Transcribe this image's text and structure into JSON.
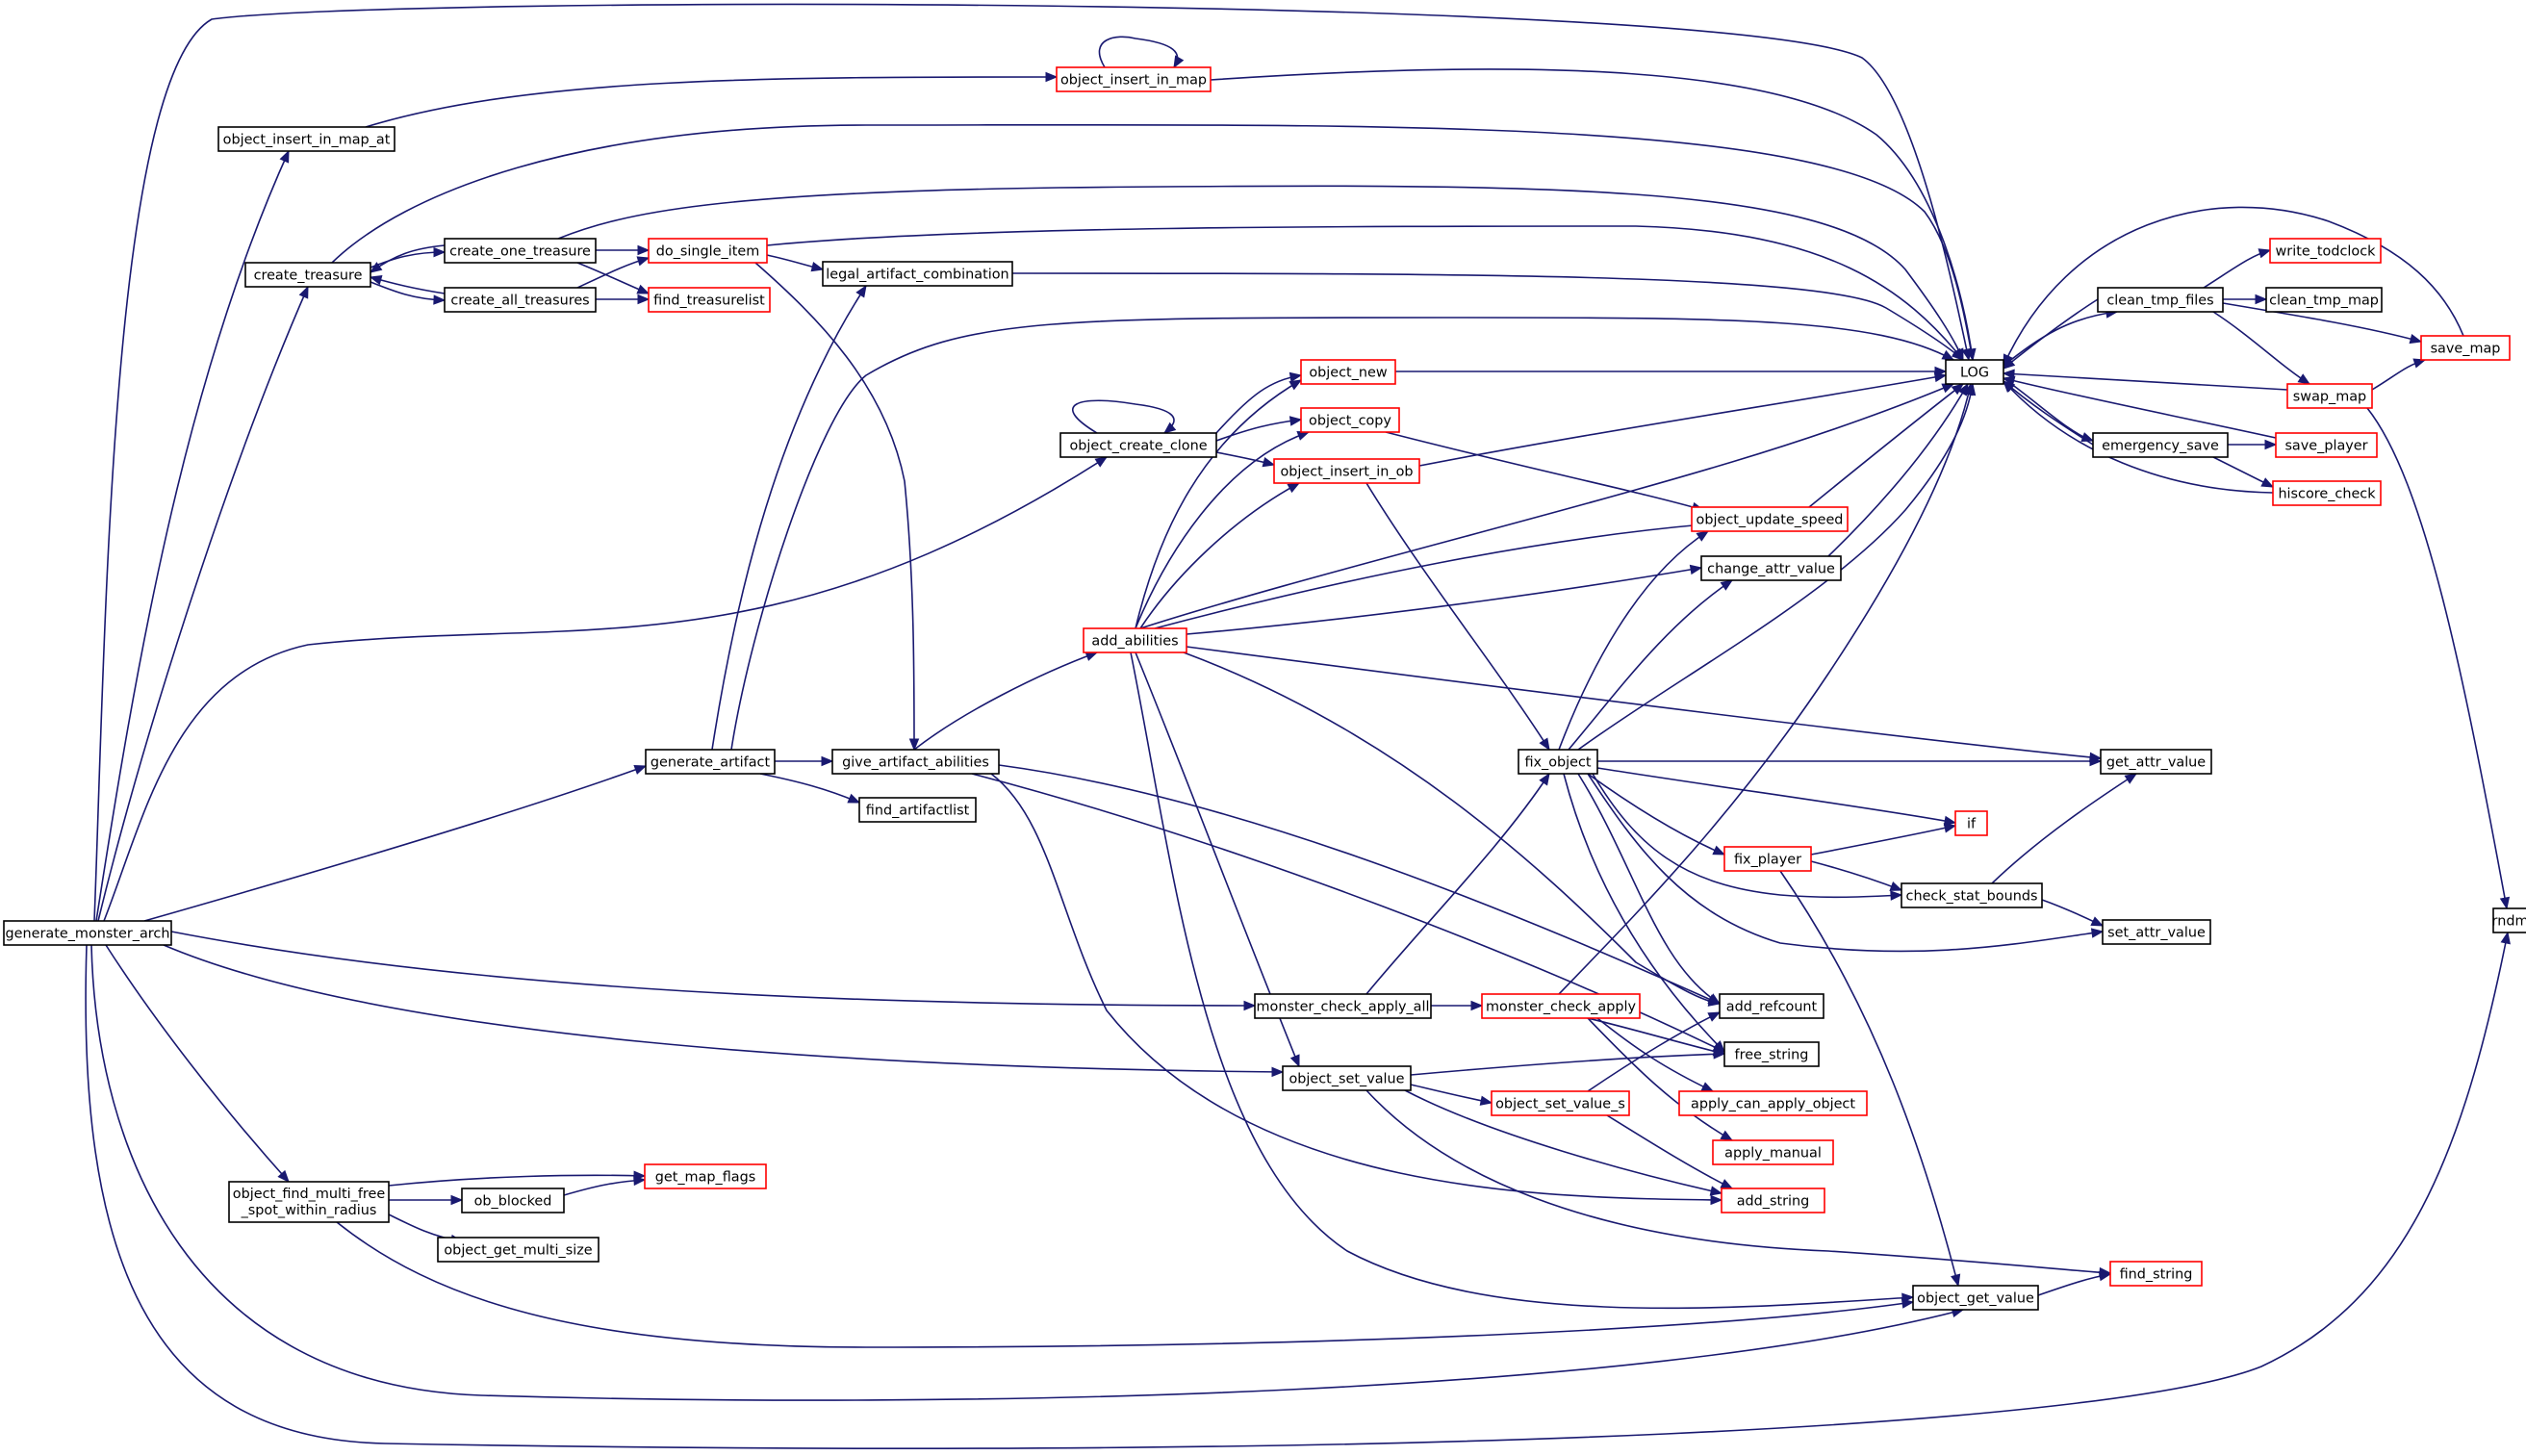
{
  "colors": {
    "edge": "#191970",
    "border_documented": "#000000",
    "border_undocumented": "#ff0000",
    "root_fill": "#bfbfbf",
    "background": "#ffffff"
  },
  "nodes": [
    {
      "id": "generate_monster_arch",
      "label": "generate_monster_arch",
      "border": "black",
      "root": true
    },
    {
      "id": "object_insert_in_map_at",
      "label": "object_insert_in_map_at",
      "border": "black"
    },
    {
      "id": "object_insert_in_map",
      "label": "object_insert_in_map",
      "border": "red"
    },
    {
      "id": "create_treasure",
      "label": "create_treasure",
      "border": "black"
    },
    {
      "id": "create_one_treasure",
      "label": "create_one_treasure",
      "border": "black"
    },
    {
      "id": "create_all_treasures",
      "label": "create_all_treasures",
      "border": "black"
    },
    {
      "id": "do_single_item",
      "label": "do_single_item",
      "border": "red"
    },
    {
      "id": "find_treasurelist",
      "label": "find_treasurelist",
      "border": "red"
    },
    {
      "id": "legal_artifact_combination",
      "label": "legal_artifact_combination",
      "border": "black"
    },
    {
      "id": "LOG",
      "label": "LOG",
      "border": "black"
    },
    {
      "id": "clean_tmp_files",
      "label": "clean_tmp_files",
      "border": "black"
    },
    {
      "id": "write_todclock",
      "label": "write_todclock",
      "border": "red"
    },
    {
      "id": "clean_tmp_map",
      "label": "clean_tmp_map",
      "border": "black"
    },
    {
      "id": "save_map",
      "label": "save_map",
      "border": "red"
    },
    {
      "id": "swap_map",
      "label": "swap_map",
      "border": "red"
    },
    {
      "id": "emergency_save",
      "label": "emergency_save",
      "border": "black"
    },
    {
      "id": "save_player",
      "label": "save_player",
      "border": "red"
    },
    {
      "id": "hiscore_check",
      "label": "hiscore_check",
      "border": "red"
    },
    {
      "id": "object_new",
      "label": "object_new",
      "border": "red"
    },
    {
      "id": "object_create_clone",
      "label": "object_create_clone",
      "border": "black"
    },
    {
      "id": "object_copy",
      "label": "object_copy",
      "border": "red"
    },
    {
      "id": "object_insert_in_ob",
      "label": "object_insert_in_ob",
      "border": "red"
    },
    {
      "id": "object_update_speed",
      "label": "object_update_speed",
      "border": "red"
    },
    {
      "id": "change_attr_value",
      "label": "change_attr_value",
      "border": "black"
    },
    {
      "id": "add_abilities",
      "label": "add_abilities",
      "border": "red"
    },
    {
      "id": "generate_artifact",
      "label": "generate_artifact",
      "border": "black"
    },
    {
      "id": "give_artifact_abilities",
      "label": "give_artifact_abilities",
      "border": "black"
    },
    {
      "id": "find_artifactlist",
      "label": "find_artifactlist",
      "border": "black"
    },
    {
      "id": "fix_object",
      "label": "fix_object",
      "border": "black"
    },
    {
      "id": "get_attr_value",
      "label": "get_attr_value",
      "border": "black"
    },
    {
      "id": "if",
      "label": "if",
      "border": "red"
    },
    {
      "id": "fix_player",
      "label": "fix_player",
      "border": "red"
    },
    {
      "id": "check_stat_bounds",
      "label": "check_stat_bounds",
      "border": "black"
    },
    {
      "id": "set_attr_value",
      "label": "set_attr_value",
      "border": "black"
    },
    {
      "id": "rndm",
      "label": "rndm",
      "border": "black"
    },
    {
      "id": "monster_check_apply_all",
      "label": "monster_check_apply_all",
      "border": "black"
    },
    {
      "id": "monster_check_apply",
      "label": "monster_check_apply",
      "border": "red"
    },
    {
      "id": "add_refcount",
      "label": "add_refcount",
      "border": "black"
    },
    {
      "id": "free_string",
      "label": "free_string",
      "border": "black"
    },
    {
      "id": "object_set_value",
      "label": "object_set_value",
      "border": "black"
    },
    {
      "id": "object_set_value_s",
      "label": "object_set_value_s",
      "border": "red"
    },
    {
      "id": "apply_can_apply_object",
      "label": "apply_can_apply_object",
      "border": "red"
    },
    {
      "id": "apply_manual",
      "label": "apply_manual",
      "border": "red"
    },
    {
      "id": "add_string",
      "label": "add_string",
      "border": "red"
    },
    {
      "id": "object_find_multi_free_spot_within_radius",
      "label": "object_find_multi_free",
      "label2": "_spot_within_radius",
      "border": "black"
    },
    {
      "id": "ob_blocked",
      "label": "ob_blocked",
      "border": "black"
    },
    {
      "id": "get_map_flags",
      "label": "get_map_flags",
      "border": "red"
    },
    {
      "id": "object_get_multi_size",
      "label": "object_get_multi_size",
      "border": "black"
    },
    {
      "id": "find_string",
      "label": "find_string",
      "border": "red"
    },
    {
      "id": "object_get_value",
      "label": "object_get_value",
      "border": "black"
    }
  ],
  "edges": [
    {
      "from": "generate_monster_arch",
      "to": "LOG"
    },
    {
      "from": "generate_monster_arch",
      "to": "object_insert_in_map_at"
    },
    {
      "from": "generate_monster_arch",
      "to": "create_treasure"
    },
    {
      "from": "generate_monster_arch",
      "to": "object_create_clone"
    },
    {
      "from": "generate_monster_arch",
      "to": "generate_artifact"
    },
    {
      "from": "generate_monster_arch",
      "to": "monster_check_apply_all"
    },
    {
      "from": "generate_monster_arch",
      "to": "object_set_value"
    },
    {
      "from": "generate_monster_arch",
      "to": "object_find_multi_free_spot_within_radius"
    },
    {
      "from": "generate_monster_arch",
      "to": "object_get_value"
    },
    {
      "from": "generate_monster_arch",
      "to": "rndm"
    },
    {
      "from": "object_insert_in_map_at",
      "to": "object_insert_in_map"
    },
    {
      "from": "object_insert_in_map",
      "to": "object_insert_in_map"
    },
    {
      "from": "object_insert_in_map",
      "to": "LOG"
    },
    {
      "from": "create_treasure",
      "to": "LOG"
    },
    {
      "from": "create_treasure",
      "to": "create_one_treasure"
    },
    {
      "from": "create_treasure",
      "to": "create_all_treasures"
    },
    {
      "from": "create_one_treasure",
      "to": "create_treasure"
    },
    {
      "from": "create_one_treasure",
      "to": "LOG"
    },
    {
      "from": "create_one_treasure",
      "to": "do_single_item"
    },
    {
      "from": "create_one_treasure",
      "to": "find_treasurelist"
    },
    {
      "from": "create_all_treasures",
      "to": "create_treasure"
    },
    {
      "from": "create_all_treasures",
      "to": "do_single_item"
    },
    {
      "from": "create_all_treasures",
      "to": "find_treasurelist"
    },
    {
      "from": "do_single_item",
      "to": "LOG"
    },
    {
      "from": "do_single_item",
      "to": "legal_artifact_combination"
    },
    {
      "from": "do_single_item",
      "to": "give_artifact_abilities"
    },
    {
      "from": "legal_artifact_combination",
      "to": "LOG"
    },
    {
      "from": "generate_artifact",
      "to": "legal_artifact_combination"
    },
    {
      "from": "generate_artifact",
      "to": "LOG"
    },
    {
      "from": "generate_artifact",
      "to": "give_artifact_abilities"
    },
    {
      "from": "generate_artifact",
      "to": "find_artifactlist"
    },
    {
      "from": "give_artifact_abilities",
      "to": "add_abilities"
    },
    {
      "from": "give_artifact_abilities",
      "to": "add_refcount"
    },
    {
      "from": "give_artifact_abilities",
      "to": "free_string"
    },
    {
      "from": "give_artifact_abilities",
      "to": "add_string"
    },
    {
      "from": "LOG",
      "to": "clean_tmp_files"
    },
    {
      "from": "LOG",
      "to": "emergency_save"
    },
    {
      "from": "clean_tmp_files",
      "to": "LOG"
    },
    {
      "from": "clean_tmp_files",
      "to": "write_todclock"
    },
    {
      "from": "clean_tmp_files",
      "to": "clean_tmp_map"
    },
    {
      "from": "clean_tmp_files",
      "to": "save_map"
    },
    {
      "from": "clean_tmp_files",
      "to": "swap_map"
    },
    {
      "from": "save_map",
      "to": "LOG"
    },
    {
      "from": "swap_map",
      "to": "LOG"
    },
    {
      "from": "swap_map",
      "to": "save_map"
    },
    {
      "from": "swap_map",
      "to": "rndm"
    },
    {
      "from": "emergency_save",
      "to": "LOG"
    },
    {
      "from": "emergency_save",
      "to": "save_player"
    },
    {
      "from": "emergency_save",
      "to": "hiscore_check"
    },
    {
      "from": "save_player",
      "to": "LOG"
    },
    {
      "from": "hiscore_check",
      "to": "LOG"
    },
    {
      "from": "object_create_clone",
      "to": "object_create_clone"
    },
    {
      "from": "object_create_clone",
      "to": "object_new"
    },
    {
      "from": "object_create_clone",
      "to": "object_copy"
    },
    {
      "from": "object_create_clone",
      "to": "object_insert_in_ob"
    },
    {
      "from": "object_new",
      "to": "LOG"
    },
    {
      "from": "object_copy",
      "to": "object_update_speed"
    },
    {
      "from": "object_insert_in_ob",
      "to": "LOG"
    },
    {
      "from": "object_insert_in_ob",
      "to": "fix_object"
    },
    {
      "from": "object_update_speed",
      "to": "LOG"
    },
    {
      "from": "change_attr_value",
      "to": "LOG"
    },
    {
      "from": "add_abilities",
      "to": "object_new"
    },
    {
      "from": "add_abilities",
      "to": "object_copy"
    },
    {
      "from": "add_abilities",
      "to": "object_insert_in_ob"
    },
    {
      "from": "add_abilities",
      "to": "LOG"
    },
    {
      "from": "add_abilities",
      "to": "object_update_speed"
    },
    {
      "from": "add_abilities",
      "to": "change_attr_value"
    },
    {
      "from": "add_abilities",
      "to": "get_attr_value"
    },
    {
      "from": "add_abilities",
      "to": "add_refcount"
    },
    {
      "from": "add_abilities",
      "to": "object_set_value"
    },
    {
      "from": "add_abilities",
      "to": "object_get_value"
    },
    {
      "from": "fix_object",
      "to": "LOG"
    },
    {
      "from": "fix_object",
      "to": "object_update_speed"
    },
    {
      "from": "fix_object",
      "to": "change_attr_value"
    },
    {
      "from": "fix_object",
      "to": "get_attr_value"
    },
    {
      "from": "fix_object",
      "to": "if"
    },
    {
      "from": "fix_object",
      "to": "fix_player"
    },
    {
      "from": "fix_object",
      "to": "check_stat_bounds"
    },
    {
      "from": "fix_object",
      "to": "set_attr_value"
    },
    {
      "from": "fix_object",
      "to": "add_refcount"
    },
    {
      "from": "fix_object",
      "to": "free_string"
    },
    {
      "from": "fix_player",
      "to": "if"
    },
    {
      "from": "fix_player",
      "to": "check_stat_bounds"
    },
    {
      "from": "fix_player",
      "to": "object_get_value"
    },
    {
      "from": "check_stat_bounds",
      "to": "get_attr_value"
    },
    {
      "from": "check_stat_bounds",
      "to": "set_attr_value"
    },
    {
      "from": "monster_check_apply_all",
      "to": "fix_object"
    },
    {
      "from": "monster_check_apply_all",
      "to": "monster_check_apply"
    },
    {
      "from": "monster_check_apply",
      "to": "LOG"
    },
    {
      "from": "monster_check_apply",
      "to": "free_string"
    },
    {
      "from": "monster_check_apply",
      "to": "apply_can_apply_object"
    },
    {
      "from": "monster_check_apply",
      "to": "apply_manual"
    },
    {
      "from": "object_set_value",
      "to": "free_string"
    },
    {
      "from": "object_set_value",
      "to": "object_set_value_s"
    },
    {
      "from": "object_set_value",
      "to": "add_string"
    },
    {
      "from": "object_set_value",
      "to": "find_string"
    },
    {
      "from": "object_set_value_s",
      "to": "add_refcount"
    },
    {
      "from": "object_set_value_s",
      "to": "add_string"
    },
    {
      "from": "object_find_multi_free_spot_within_radius",
      "to": "get_map_flags"
    },
    {
      "from": "object_find_multi_free_spot_within_radius",
      "to": "ob_blocked"
    },
    {
      "from": "object_find_multi_free_spot_within_radius",
      "to": "object_get_multi_size"
    },
    {
      "from": "object_find_multi_free_spot_within_radius",
      "to": "object_get_value"
    },
    {
      "from": "ob_blocked",
      "to": "get_map_flags"
    },
    {
      "from": "object_get_value",
      "to": "find_string"
    }
  ]
}
